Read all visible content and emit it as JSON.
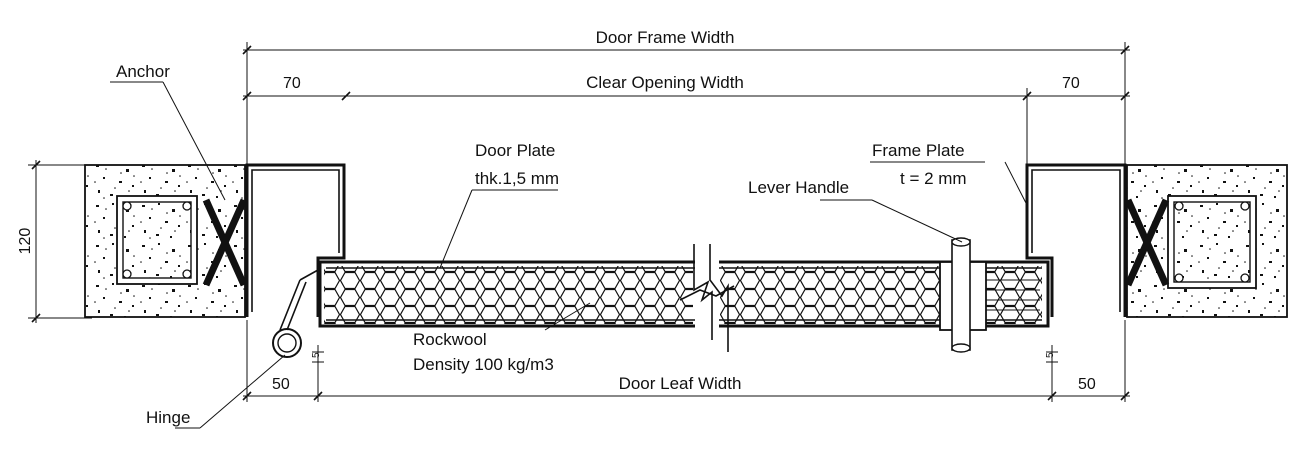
{
  "labels": {
    "door_frame_width": "Door Frame Width",
    "clear_opening_width": "Clear Opening Width",
    "door_leaf_width": "Door Leaf Width",
    "anchor": "Anchor",
    "door_plate_line1": "Door Plate",
    "door_plate_line2": "thk.1,5 mm",
    "frame_plate_line1": "Frame Plate",
    "frame_plate_line2": "t = 2 mm",
    "lever_handle": "Lever Handle",
    "rockwool_line1": "Rockwool",
    "rockwool_line2": "Density 100 kg/m3",
    "hinge": "Hinge"
  },
  "dimensions": {
    "frame_left": "70",
    "frame_right": "70",
    "leaf_gap_left": "50",
    "leaf_gap_right": "50",
    "wall_thickness": "120",
    "clearance_left": "5",
    "clearance_right": "5"
  },
  "colors": {
    "line": "#111111",
    "background": "#ffffff"
  }
}
